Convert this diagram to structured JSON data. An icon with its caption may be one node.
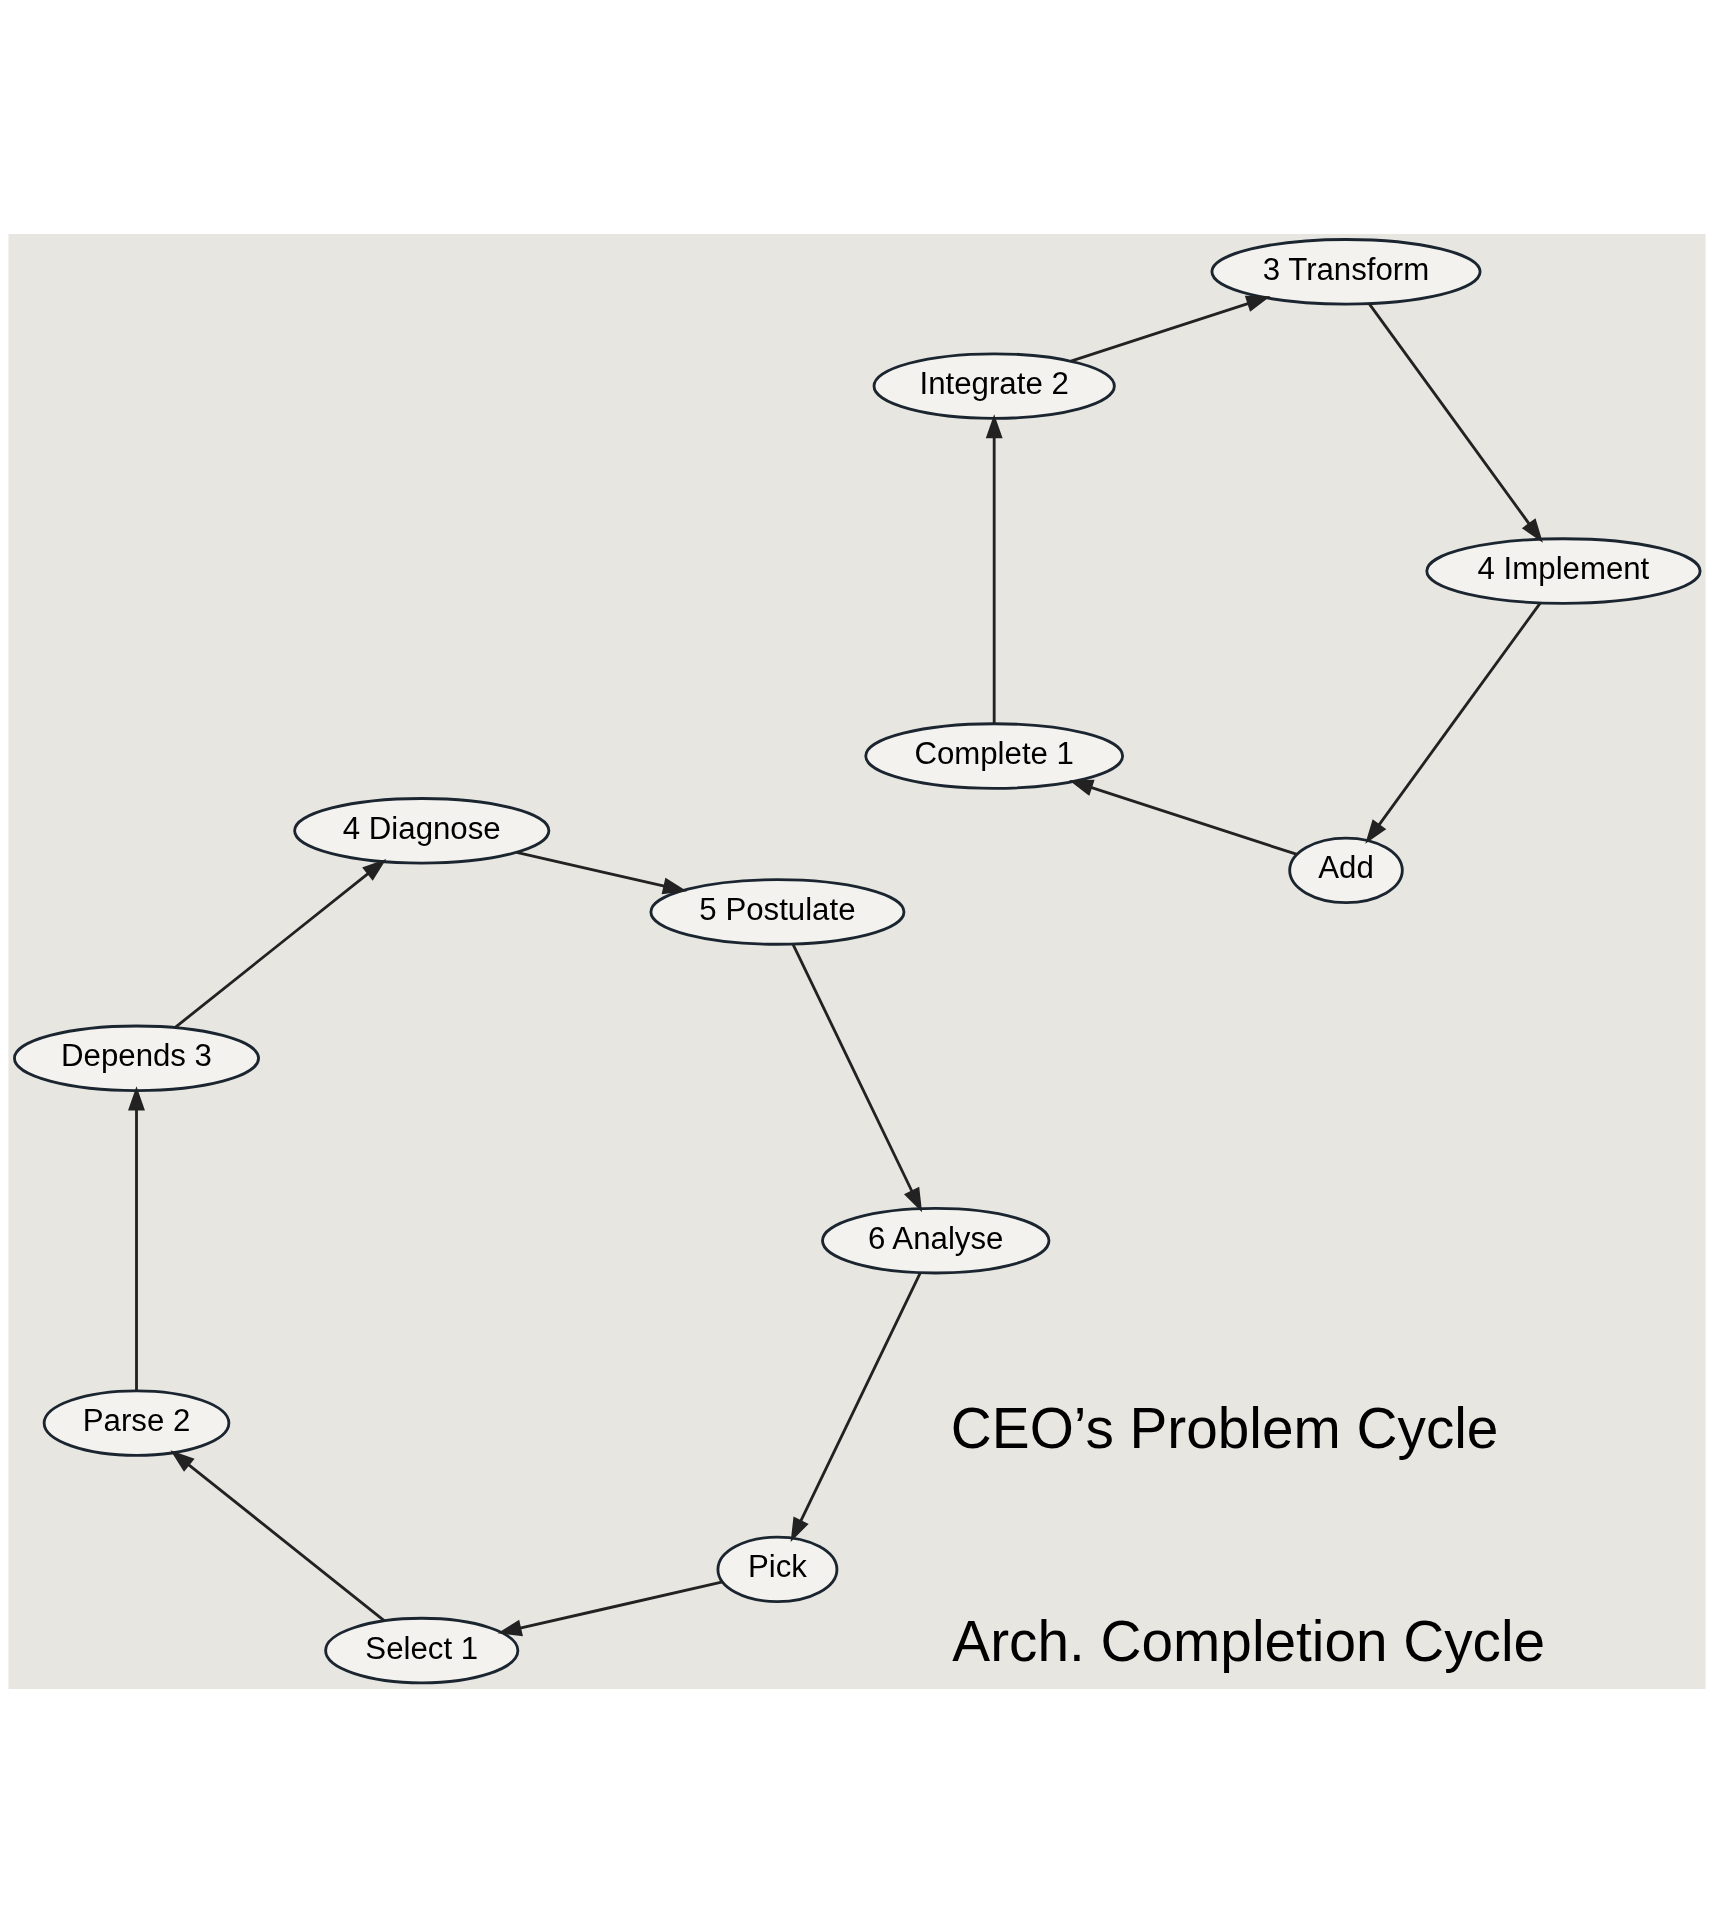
{
  "diagram": {
    "nodes": [
      {
        "text": [
          "Pick"
        ]
      },
      {
        "text": [
          "Select 1"
        ]
      },
      {
        "text": [
          "Parse 2"
        ]
      },
      {
        "text": [
          "Depends 3"
        ]
      },
      {
        "text": [
          "4 Diagnose"
        ]
      },
      {
        "text": [
          "5 Postulate"
        ]
      },
      {
        "text": [
          "6 Analyse"
        ]
      },
      {
        "text": [
          "Add"
        ]
      },
      {
        "text": [
          "Complete 1"
        ]
      },
      {
        "text": [
          "Integrate 2"
        ]
      },
      {
        "text": [
          "3 Transform"
        ]
      },
      {
        "text": [
          "4 Implement"
        ]
      }
    ],
    "edges": [
      {
        "from": 0,
        "to": 1,
        "arrow": "to"
      },
      {
        "from": 1,
        "to": 2,
        "arrow": "to"
      },
      {
        "from": 2,
        "to": 3,
        "arrow": "to"
      },
      {
        "from": 3,
        "to": 4,
        "arrow": "to"
      },
      {
        "from": 4,
        "to": 5,
        "arrow": "to"
      },
      {
        "from": 5,
        "to": 6,
        "arrow": "to"
      },
      {
        "from": 6,
        "to": 0,
        "arrow": "to"
      },
      {
        "from": 7,
        "to": 8,
        "arrow": "to"
      },
      {
        "from": 8,
        "to": 9,
        "arrow": "to"
      },
      {
        "from": 9,
        "to": 10,
        "arrow": "to"
      },
      {
        "from": 10,
        "to": 11,
        "arrow": "to"
      },
      {
        "from": 11,
        "to": 7,
        "arrow": "to"
      }
    ],
    "labels": [
      "CEO’s Problem Cycle",
      "Arch. Completion Cycle"
    ]
  }
}
